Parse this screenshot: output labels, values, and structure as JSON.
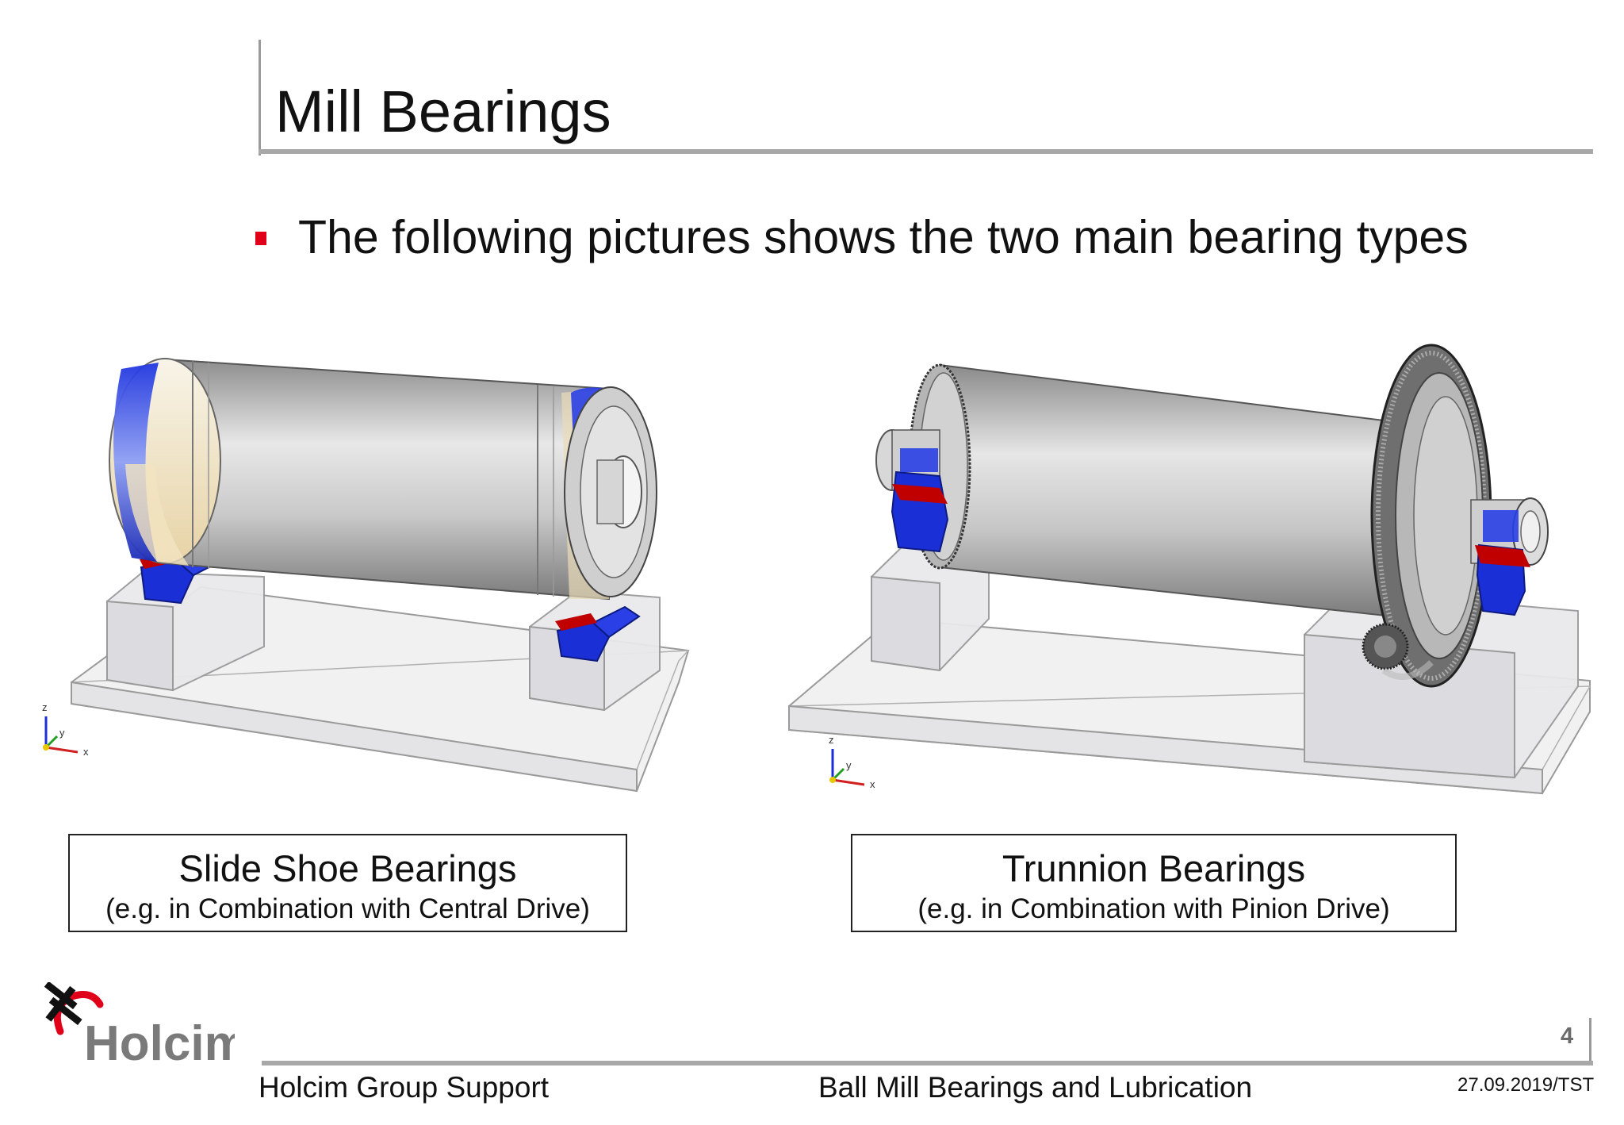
{
  "slide": {
    "title": "Mill Bearings",
    "bullet": "The following pictures shows the two main bearing types",
    "page_number": "4"
  },
  "figures": [
    {
      "caption_title": "Slide Shoe Bearings",
      "caption_subtitle": "(e.g. in Combination with Central Drive)",
      "axis_labels": {
        "z": "z",
        "y": "y",
        "x": "x"
      }
    },
    {
      "caption_title": "Trunnion Bearings",
      "caption_subtitle": "(e.g. in Combination with Pinion Drive)",
      "axis_labels": {
        "z": "z",
        "y": "y",
        "x": "x"
      }
    }
  ],
  "footer": {
    "company": "Holcim Group Support",
    "document": "Ball Mill Bearings and Lubrication",
    "date_ref": "27.09.2019/TST"
  },
  "logo": {
    "text": "Holcim",
    "icon": "holcim-logo-icon"
  },
  "colors": {
    "bullet_red": "#e1001a",
    "bearing_blue": "#1a2fd6",
    "bearing_red": "#c00000",
    "mill_gray": "#b8b8b8",
    "rule_gray": "#a8a8a8",
    "logo_gray": "#7a7a7a"
  }
}
